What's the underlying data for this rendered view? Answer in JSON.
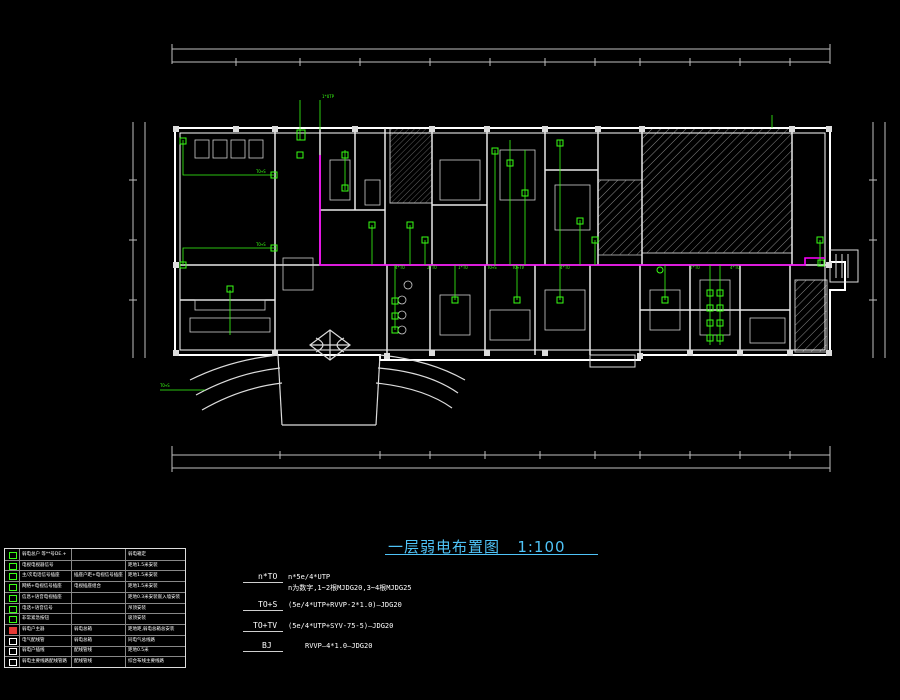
{
  "drawing": {
    "title": "一层弱电布置图",
    "scale": "1:100",
    "colors": {
      "background": "#000000",
      "walls": "#ffffff",
      "dimension": "#bfbfbf",
      "outlets": "#39ff14",
      "cable_tray": "#ff00ff",
      "title": "#4fc3f7",
      "hatch": "#9e9e9e"
    }
  },
  "legend_notes": [
    {
      "code": "n*TO",
      "text": "n*5e/4*UTP",
      "subtext": "n为数字,1~2根MJDG20,3~4根MJDG25"
    },
    {
      "code": "TO+S",
      "text": "(5e/4*UTP+RVVP-2*1.0)—JDG20",
      "subtext": ""
    },
    {
      "code": "TO+TV",
      "text": "(5e/4*UTP+SYV-75-5)—JDG20",
      "subtext": ""
    },
    {
      "code": "BJ",
      "text": "RVVP—4*1.0—JDG20",
      "subtext": ""
    }
  ],
  "legend_table": {
    "rows": [
      {
        "col1": "弱电总户 等**号DE.+",
        "col2": "",
        "col3": "弱电箱定"
      },
      {
        "col1": "电视电视器信号",
        "col2": "",
        "col3": "距地1.5米安装"
      },
      {
        "col1": "主/次电话信号插座",
        "col2": "插座户距+电视信号插座",
        "col3": "距地1.5米安装"
      },
      {
        "col1": "网络+电视信号插座",
        "col2": "电视插座组合",
        "col3": "距地1.5米安装"
      },
      {
        "col1": "信息+语音电视插座",
        "col2": "",
        "col3": "距地0.3米安装嵌入墙安装"
      },
      {
        "col1": "电话+语音信号",
        "col2": "",
        "col3": "吊顶安装"
      },
      {
        "col1": "非常紧急按钮",
        "col2": "",
        "col3": "吸顶安装"
      },
      {
        "col1": "弱电户主器",
        "col2": "弱电总箱",
        "col3": "距地距,弱电总箱总安装"
      },
      {
        "col1": "电气配线管",
        "col2": "弱电总箱",
        "col3": "同电气总线路"
      },
      {
        "col1": "弱电户插线",
        "col2": "配线管线",
        "col3": "距地0.5米"
      },
      {
        "col1": "弱电主要线路配线管路",
        "col2": "配线管线",
        "col3": "综合布线主要线路"
      }
    ]
  }
}
